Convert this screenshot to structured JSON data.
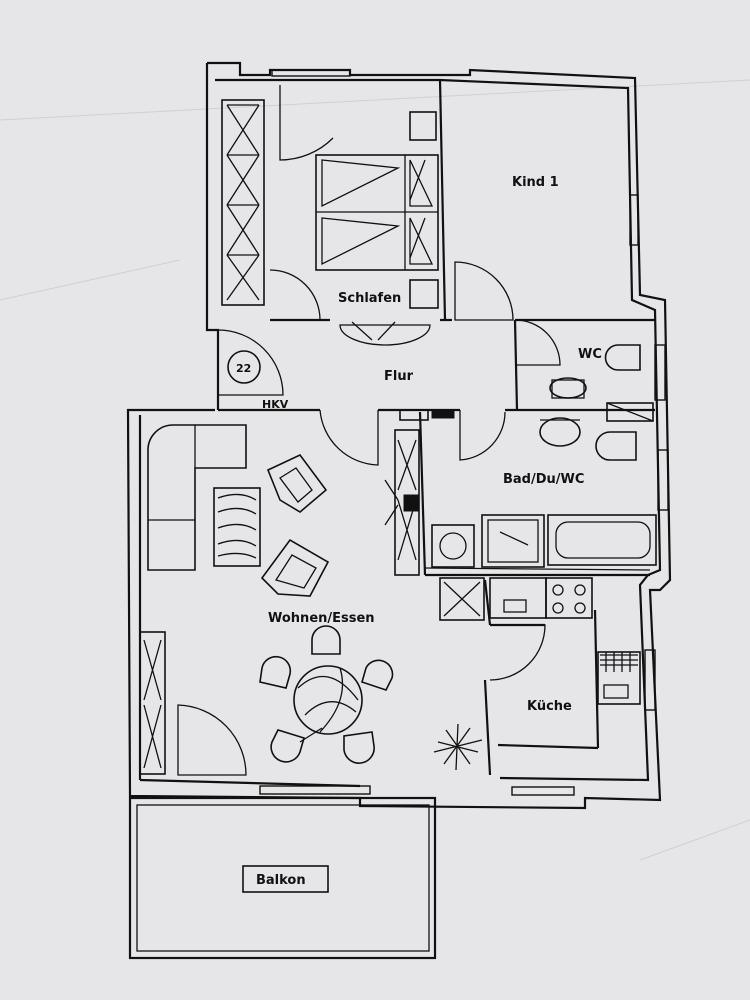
{
  "rooms": {
    "schlafen": "Schlafen",
    "kind1": "Kind 1",
    "wc": "WC",
    "flur": "Flur",
    "bad": "Bad/Du/WC",
    "wohnen": "Wohnen/Essen",
    "kueche": "Küche",
    "balkon": "Balkon"
  },
  "markers": {
    "number": "22",
    "hkv": "HKV"
  }
}
